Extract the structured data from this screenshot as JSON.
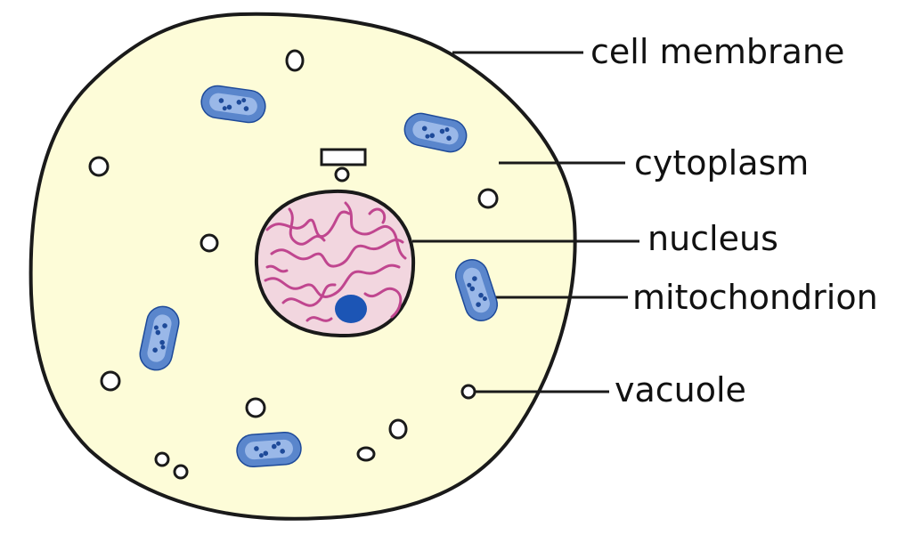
{
  "labels": {
    "cell_membrane": "cell membrane",
    "cytoplasm": "cytoplasm",
    "nucleus": "nucleus",
    "mitochondrion": "mitochondrion",
    "vacuole": "vacuole"
  },
  "colors": {
    "cytoplasm_fill": "#fdfcd8",
    "outline": "#1a1a1a",
    "nucleus_fill": "#f2d6df",
    "chromatin": "#c0468f",
    "nucleolus": "#1c55b5",
    "mito_outer": "#5a86cc",
    "mito_inner": "#9ab8e8",
    "mito_dot": "#1e4a99",
    "vacuole_fill": "#ffffff"
  }
}
